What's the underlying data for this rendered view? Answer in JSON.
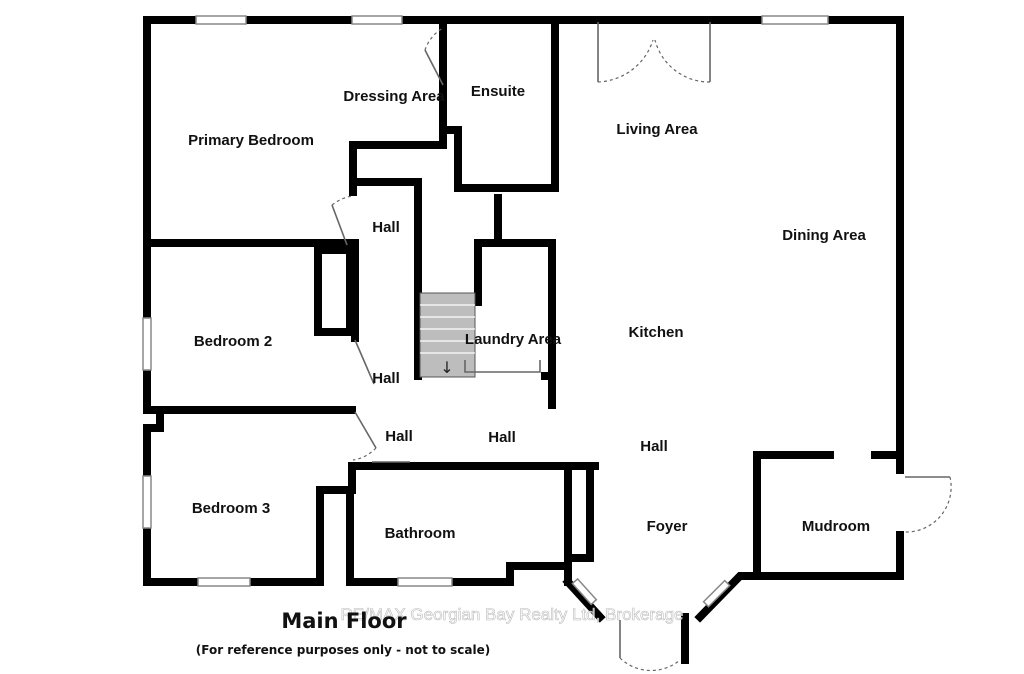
{
  "plan": {
    "title": "Main Floor",
    "note": "(For reference purposes only - not to scale)",
    "watermark": "RE/MAX Georgian Bay Realty Ltd, Brokerage",
    "rooms": {
      "primary_bedroom": "Primary Bedroom",
      "dressing_area": "Dressing Area",
      "ensuite": "Ensuite",
      "living_area": "Living Area",
      "dining_area": "Dining Area",
      "hall_upper": "Hall",
      "bedroom_2": "Bedroom 2",
      "laundry_area": "Laundry Area",
      "kitchen": "Kitchen",
      "hall_middle": "Hall",
      "hall_lower_left": "Hall",
      "hall_lower_center": "Hall",
      "hall_lower_right": "Hall",
      "bedroom_3": "Bedroom 3",
      "bathroom": "Bathroom",
      "foyer": "Foyer",
      "mudroom": "Mudroom"
    },
    "stairs_arrow": "↓"
  }
}
